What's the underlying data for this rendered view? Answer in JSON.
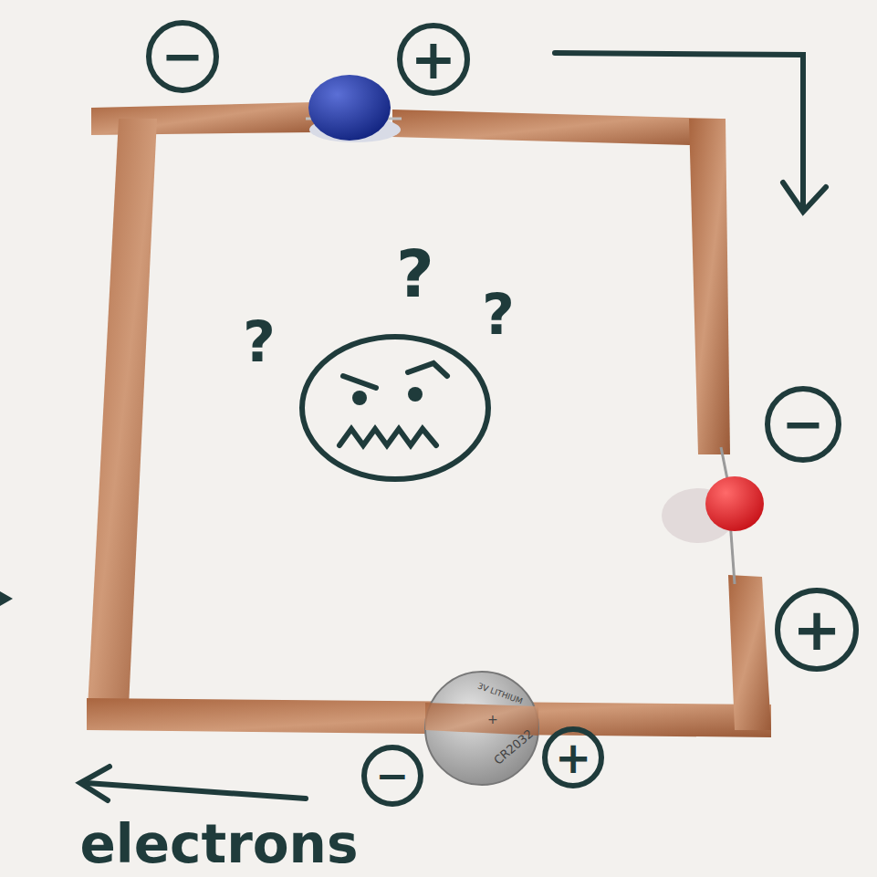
{
  "diagram": {
    "nodes": [
      {
        "text": [
          "−"
        ]
      },
      {
        "text": [
          "+"
        ]
      },
      {
        "text": [
          "−"
        ]
      },
      {
        "text": [
          "+"
        ]
      },
      {
        "text": [
          "−"
        ]
      },
      {
        "text": [
          "+"
        ]
      }
    ],
    "labels": [
      "?",
      "?",
      "?",
      "electrons",
      "CR2032",
      "+",
      "3V LITHIUM"
    ]
  }
}
